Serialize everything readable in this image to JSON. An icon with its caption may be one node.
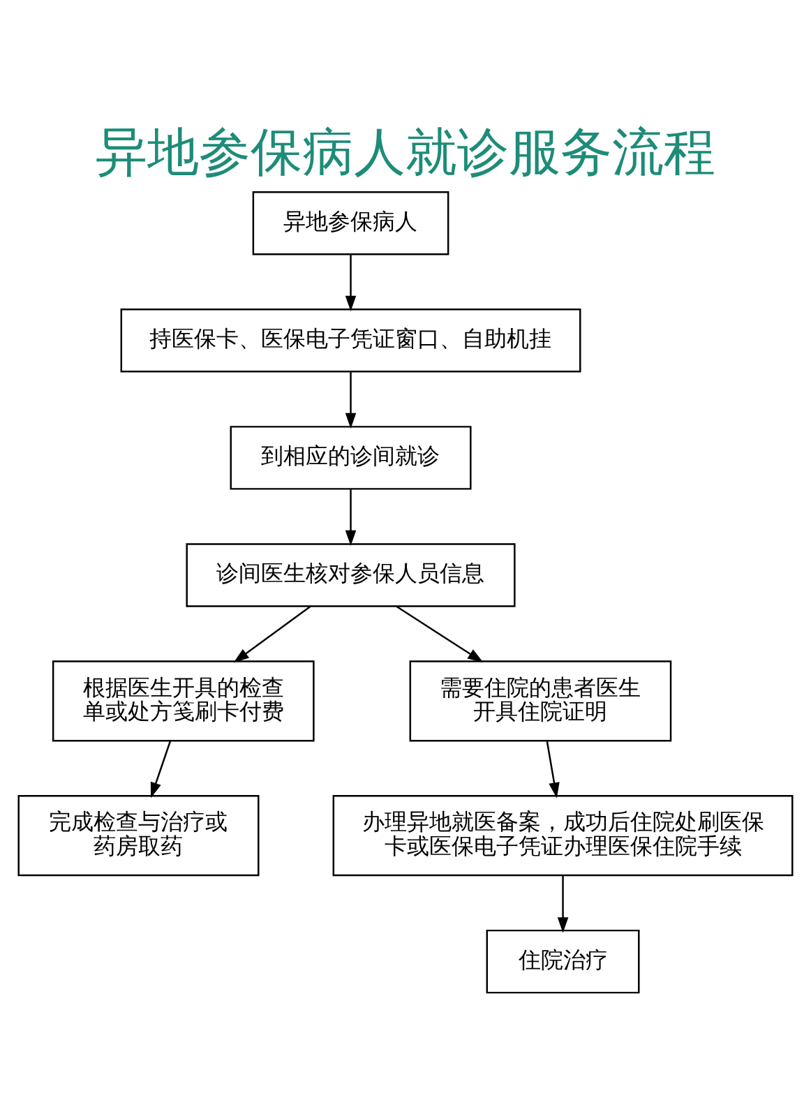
{
  "diagram": {
    "title": "异地参保病人就诊服务流程",
    "nodes": [
      {
        "text": [
          "异地参保病人"
        ]
      },
      {
        "text": [
          "持医保卡、医保电子凭证窗口、自助机挂"
        ]
      },
      {
        "text": [
          "到相应的诊间就诊"
        ]
      },
      {
        "text": [
          "诊间医生核对参保人员信息"
        ]
      },
      {
        "text": [
          "根据医生开具的检查单或处方笺刷卡付费"
        ]
      },
      {
        "text": [
          "需要住院的患者医生开具住院证明"
        ]
      },
      {
        "text": [
          "完成检查与治疗或药房取药"
        ]
      },
      {
        "text": [
          "办理异地就医备案，成功后住院处刷医保卡或医保电子凭证办理医保住院手续"
        ]
      },
      {
        "text": [
          "住院治疗"
        ]
      }
    ],
    "edges": [
      {
        "from": 0,
        "to": 1,
        "arrow": "to"
      },
      {
        "from": 1,
        "to": 2,
        "arrow": "to"
      },
      {
        "from": 2,
        "to": 3,
        "arrow": "to"
      },
      {
        "from": 3,
        "to": 4,
        "arrow": "to"
      },
      {
        "from": 3,
        "to": 5,
        "arrow": "to"
      },
      {
        "from": 4,
        "to": 6,
        "arrow": "to"
      },
      {
        "from": 5,
        "to": 7,
        "arrow": "to"
      },
      {
        "from": 7,
        "to": 8,
        "arrow": "to"
      }
    ]
  }
}
